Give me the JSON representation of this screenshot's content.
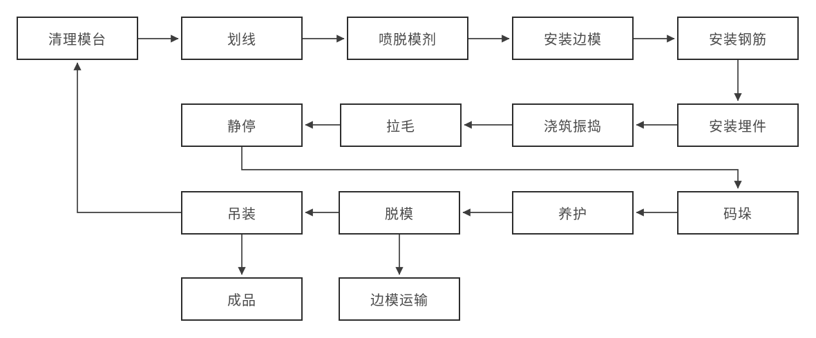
{
  "diagram": {
    "type": "flowchart",
    "colors": {
      "background": "#ffffff",
      "node_fill": "#ffffff",
      "node_border": "#2d2d2d",
      "node_text": "#4a4a4a",
      "arrow": "#3d3d3d"
    },
    "nodes": [
      {
        "id": "clean-platform",
        "label": "清理模台"
      },
      {
        "id": "marking",
        "label": "划线"
      },
      {
        "id": "spray-release-agent",
        "label": "喷脱模剂"
      },
      {
        "id": "install-side-mold",
        "label": "安装边模"
      },
      {
        "id": "install-rebar",
        "label": "安装钢筋"
      },
      {
        "id": "install-embedded-parts",
        "label": "安装埋件"
      },
      {
        "id": "pour-vibrate",
        "label": "浇筑振捣"
      },
      {
        "id": "roughening",
        "label": "拉毛"
      },
      {
        "id": "static-rest",
        "label": "静停"
      },
      {
        "id": "stacking",
        "label": "码垛"
      },
      {
        "id": "curing",
        "label": "养护"
      },
      {
        "id": "demolding",
        "label": "脱模"
      },
      {
        "id": "hoisting",
        "label": "吊装"
      },
      {
        "id": "finished-product",
        "label": "成品"
      },
      {
        "id": "side-mold-transport",
        "label": "边模运输"
      }
    ],
    "edges": [
      {
        "from": "clean-platform",
        "to": "marking"
      },
      {
        "from": "marking",
        "to": "spray-release-agent"
      },
      {
        "from": "spray-release-agent",
        "to": "install-side-mold"
      },
      {
        "from": "install-side-mold",
        "to": "install-rebar"
      },
      {
        "from": "install-rebar",
        "to": "install-embedded-parts"
      },
      {
        "from": "install-embedded-parts",
        "to": "pour-vibrate"
      },
      {
        "from": "pour-vibrate",
        "to": "roughening"
      },
      {
        "from": "roughening",
        "to": "static-rest"
      },
      {
        "from": "static-rest",
        "to": "stacking"
      },
      {
        "from": "stacking",
        "to": "curing"
      },
      {
        "from": "curing",
        "to": "demolding"
      },
      {
        "from": "demolding",
        "to": "hoisting"
      },
      {
        "from": "hoisting",
        "to": "clean-platform"
      },
      {
        "from": "hoisting",
        "to": "finished-product"
      },
      {
        "from": "demolding",
        "to": "side-mold-transport"
      }
    ]
  }
}
